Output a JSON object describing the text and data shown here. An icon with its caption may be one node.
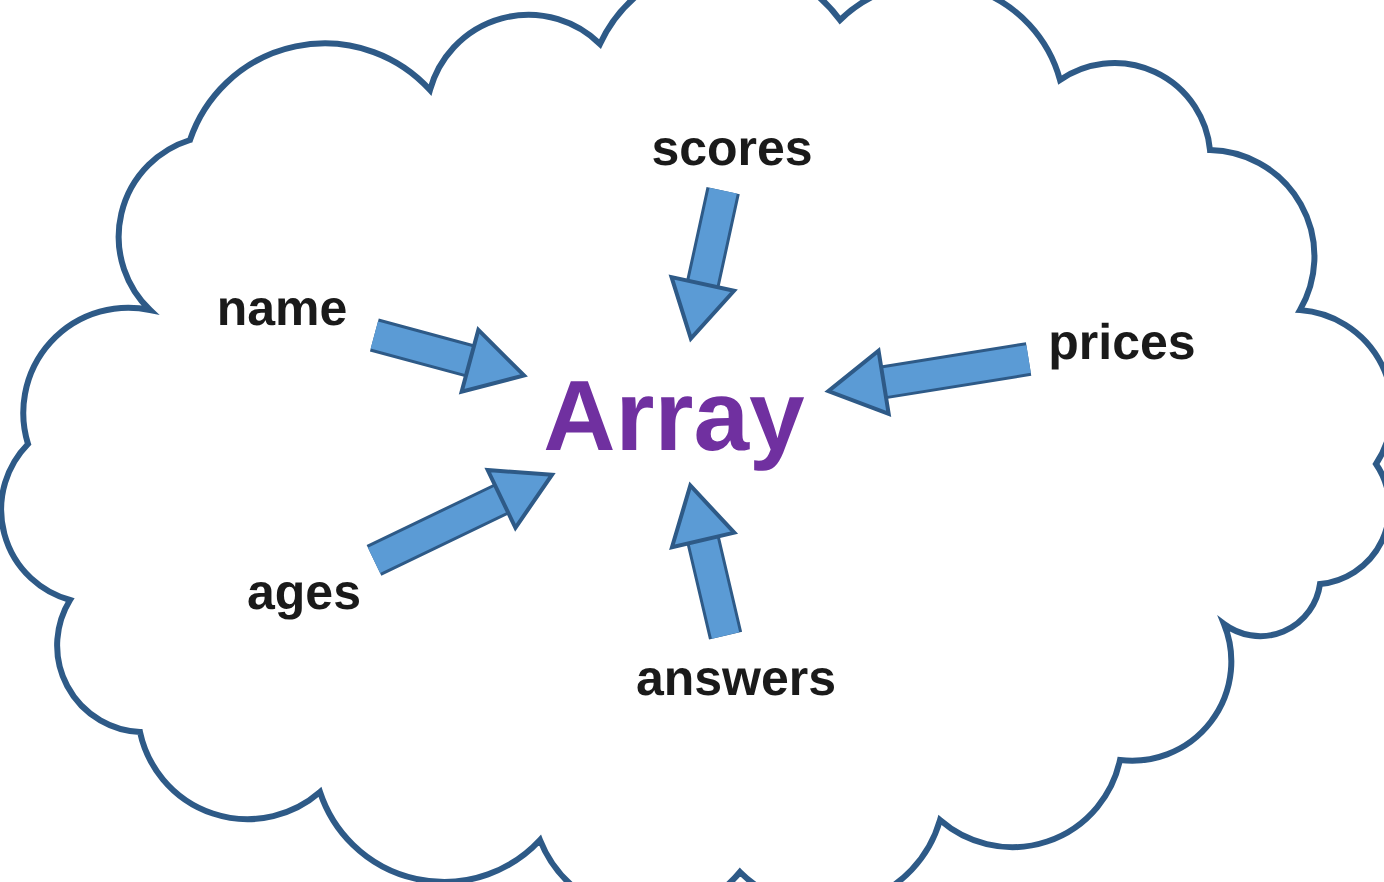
{
  "diagram": {
    "nodes": [
      {
        "text": [],
        "shape": "cloud"
      },
      {
        "text": [
          "scores"
        ],
        "in": 0
      },
      {
        "text": [
          "name"
        ],
        "in": 0
      },
      {
        "text": [
          "Array"
        ],
        "in": 0
      },
      {
        "text": [
          "prices"
        ],
        "in": 0
      },
      {
        "text": [
          "ages"
        ],
        "in": 0
      },
      {
        "text": [
          "answers"
        ],
        "in": 0
      }
    ],
    "edges": [
      {
        "from": 1,
        "to": 3,
        "arrow": "to"
      },
      {
        "from": 2,
        "to": 3,
        "arrow": "to"
      },
      {
        "from": 4,
        "to": 3,
        "arrow": "to"
      },
      {
        "from": 5,
        "to": 3,
        "arrow": "to"
      },
      {
        "from": 6,
        "to": 3,
        "arrow": "to"
      }
    ]
  }
}
